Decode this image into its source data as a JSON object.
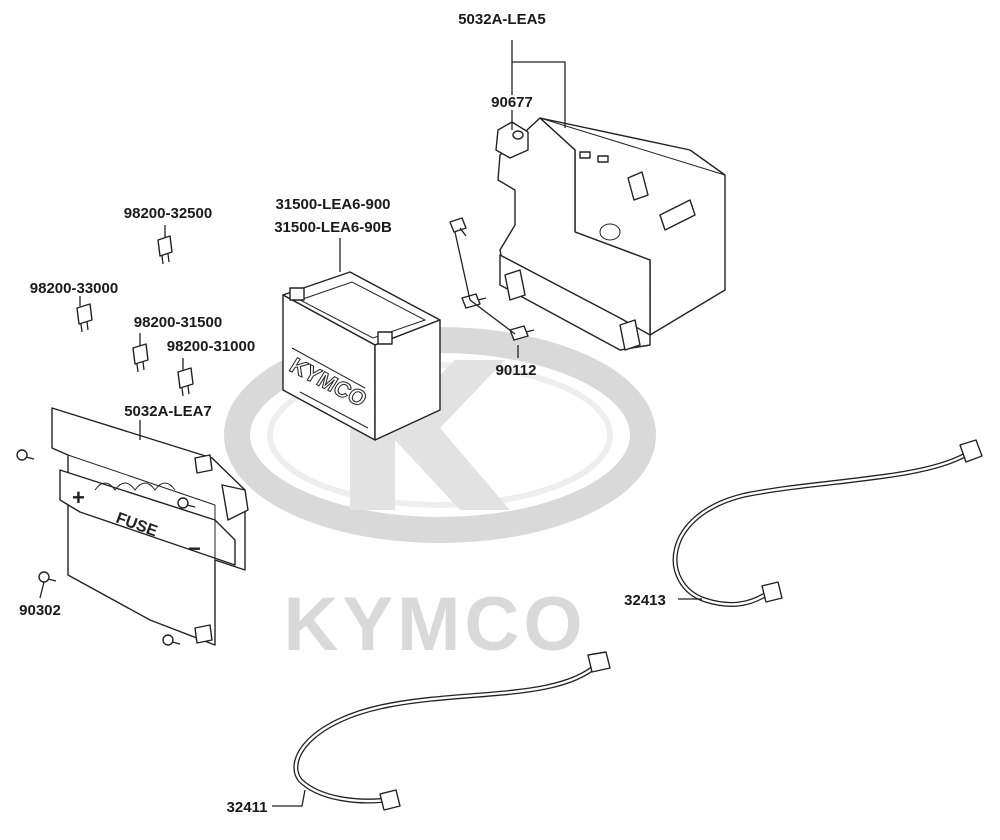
{
  "labels": {
    "box": "5032A-LEA5",
    "box_screw": "90677",
    "battery_1": "31500-LEA6-900",
    "battery_2": "31500-LEA6-90B",
    "bolt": "90112",
    "fuse_32500": "98200-32500",
    "fuse_33000": "98200-33000",
    "fuse_31500": "98200-31500",
    "fuse_31000": "98200-31000",
    "fuse_bracket": "5032A-LEA7",
    "bracket_screw": "90302",
    "cable_positive": "32413",
    "cable_negative": "32411"
  },
  "battery_print": {
    "brand": "KYMCO"
  },
  "bracket_print": {
    "fuse": "FUSE",
    "plus": "+",
    "minus": "−"
  },
  "watermark": {
    "text": "KYMCO"
  },
  "colors": {
    "line": "#222222",
    "watermark": "#d9d9d9",
    "background": "#ffffff"
  }
}
